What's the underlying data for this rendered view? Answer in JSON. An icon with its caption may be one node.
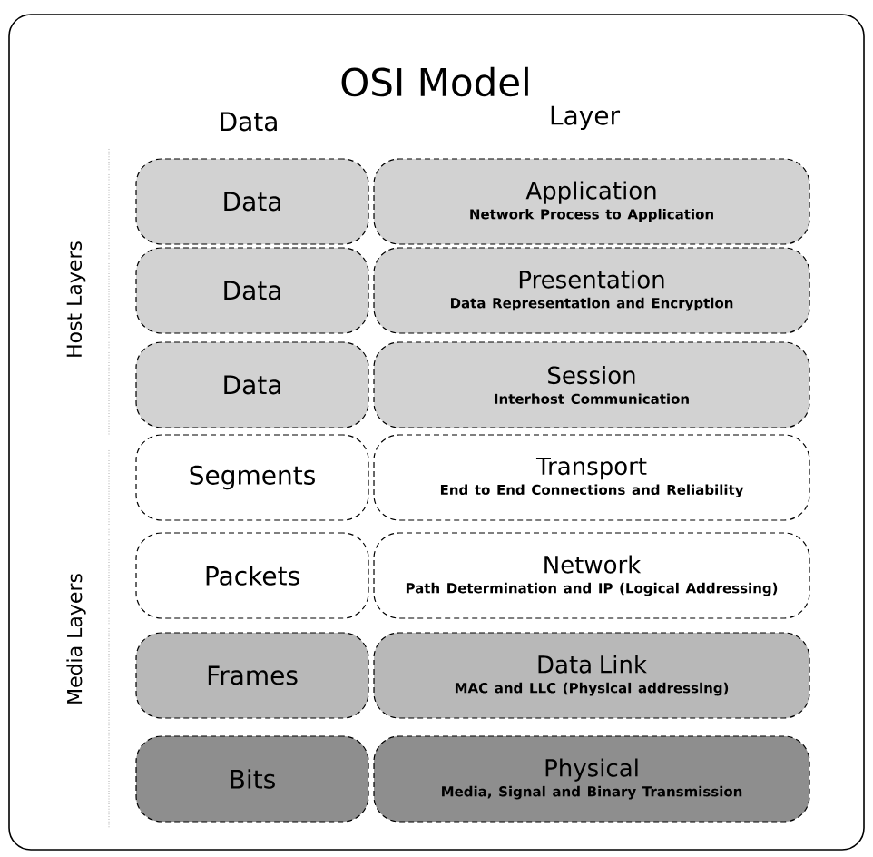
{
  "diagram": {
    "title": "OSI Model",
    "nodes": [
      {
        "text": [
          "Data"
        ]
      },
      {
        "text": [
          "Application",
          "Network Process to Application"
        ]
      },
      {
        "text": [
          "Data"
        ]
      },
      {
        "text": [
          "Presentation",
          "Data Representation and Encryption"
        ]
      },
      {
        "text": [
          "Data"
        ]
      },
      {
        "text": [
          "Session",
          "Interhost Communication"
        ]
      },
      {
        "text": [
          "Segments"
        ]
      },
      {
        "text": [
          "Transport",
          "End to End Connections and Reliability"
        ]
      },
      {
        "text": [
          "Packets"
        ]
      },
      {
        "text": [
          "Network",
          "Path Determination and IP (Logical Addressing)"
        ]
      },
      {
        "text": [
          "Frames"
        ]
      },
      {
        "text": [
          "Data Link",
          "MAC and LLC (Physical addressing)"
        ]
      },
      {
        "text": [
          "Bits"
        ]
      },
      {
        "text": [
          "Physical",
          "Media, Signal and Binary Transmission"
        ]
      }
    ],
    "labels": [
      "Data",
      "Layer",
      "Host Layers",
      "Media Layers"
    ]
  }
}
